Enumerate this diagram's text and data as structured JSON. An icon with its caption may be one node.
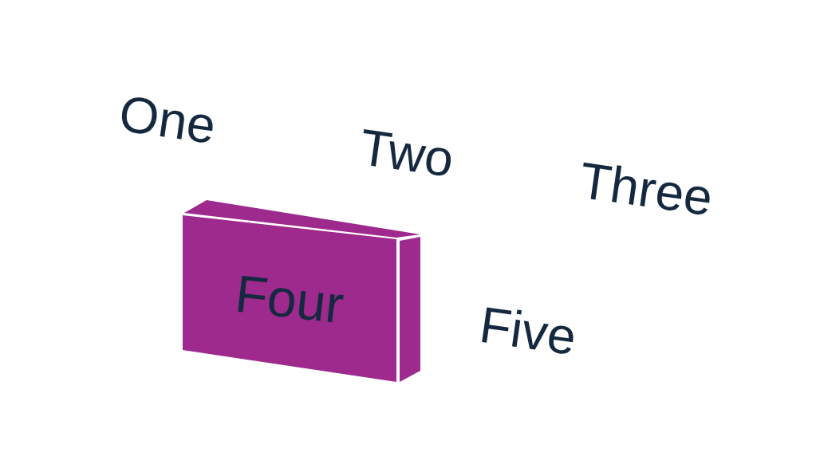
{
  "diagram": {
    "nodes": [
      {
        "text": [
          "Four"
        ]
      }
    ],
    "labels": [
      "One",
      "Two",
      "Three",
      "Five"
    ]
  }
}
